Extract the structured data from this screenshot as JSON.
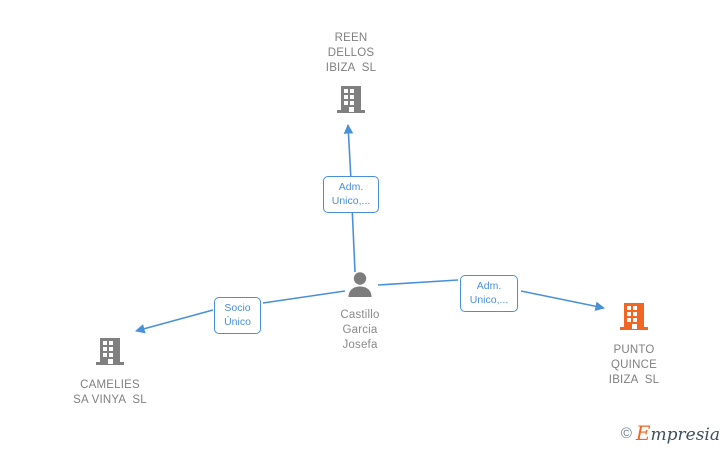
{
  "diagram": {
    "type": "corporate-relationship-graph",
    "nodes": [
      {
        "id": "reen-dellos",
        "icon": "building-icon",
        "icon_color": "#808080",
        "label_lines": [
          "REEN",
          "DELLOS",
          "IBIZA  SL"
        ],
        "label": "REEN\nDELLOS\nIBIZA  SL"
      },
      {
        "id": "castillo-garcia-josefa",
        "icon": "person-icon",
        "icon_color": "#7d7d7d",
        "label_lines": [
          "Castillo",
          "Garcia",
          "Josefa"
        ],
        "label": "Castillo\nGarcia\nJosefa"
      },
      {
        "id": "camelies-sa-vinya",
        "icon": "building-icon",
        "icon_color": "#808080",
        "label_lines": [
          "CAMELIES",
          "SA VINYA  SL"
        ],
        "label": "CAMELIES\nSA VINYA  SL"
      },
      {
        "id": "punto-quince-ibiza",
        "icon": "building-icon",
        "icon_color": "#f26522",
        "label_lines": [
          "PUNTO",
          "QUINCE",
          "IBIZA  SL"
        ],
        "label": "PUNTO\nQUINCE\nIBIZA  SL"
      }
    ],
    "edges": [
      {
        "id": "edge-to-reen-dellos",
        "from": "castillo-garcia-josefa",
        "to": "reen-dellos",
        "label_lines": [
          "Adm.",
          "Unico,..."
        ],
        "label": "Adm.\nUnico,..."
      },
      {
        "id": "edge-to-camelies",
        "from": "castillo-garcia-josefa",
        "to": "camelies-sa-vinya",
        "label_lines": [
          "Socio",
          "Único"
        ],
        "label": "Socio\nÚnico"
      },
      {
        "id": "edge-to-punto-quince",
        "from": "castillo-garcia-josefa",
        "to": "punto-quince-ibiza",
        "label_lines": [
          "Adm.",
          "Unico,..."
        ],
        "label": "Adm.\nUnico,..."
      }
    ],
    "colors": {
      "edge": "#4a90d9",
      "node_gray": "#808080",
      "node_highlight": "#f26522",
      "label_text": "#808080",
      "background": "#ffffff"
    }
  },
  "watermark": {
    "copyright_symbol": "©",
    "brand_initial": "E",
    "brand_rest": "mpresia"
  }
}
